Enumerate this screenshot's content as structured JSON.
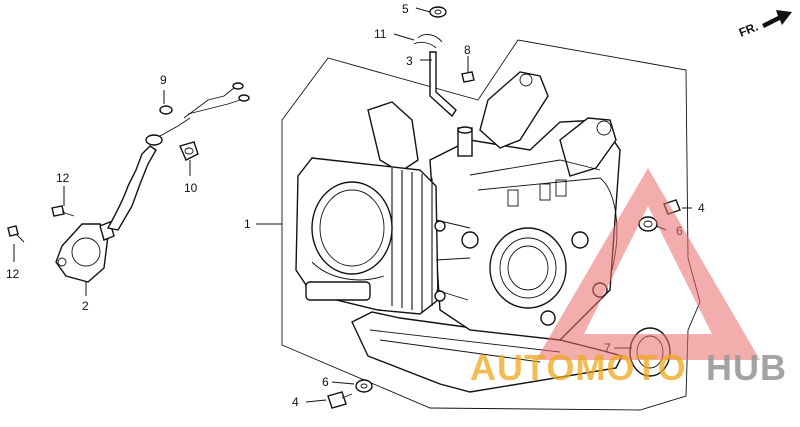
{
  "direction_label": "FR.",
  "callouts": {
    "c1": "1",
    "c2": "2",
    "c3": "3",
    "c4a": "4",
    "c4b": "4",
    "c5": "5",
    "c6a": "6",
    "c6b": "6",
    "c7": "7",
    "c8": "8",
    "c9": "9",
    "c10": "10",
    "c11": "11",
    "c12a": "12",
    "c12b": "12"
  },
  "watermark": {
    "word_auto": "AUTOMOTO",
    "word_hub": "HUB",
    "color_auto": "#f0a81e",
    "color_hub": "#9a9a9a",
    "color_logo": "#e24a4a"
  }
}
